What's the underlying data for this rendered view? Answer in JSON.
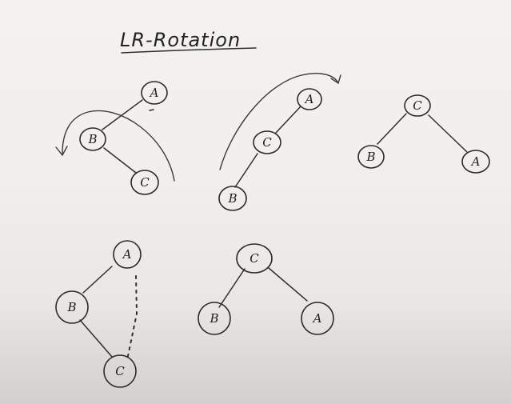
{
  "title": "LR-Rotation",
  "diagrams": [
    {
      "id": "step-1-original",
      "nodes": [
        {
          "id": "A",
          "label": "A"
        },
        {
          "id": "B",
          "label": "B"
        },
        {
          "id": "C",
          "label": "C"
        }
      ],
      "edges": [
        {
          "from": "A",
          "to": "B",
          "style": "solid"
        },
        {
          "from": "B",
          "to": "C",
          "style": "solid"
        }
      ],
      "rotation_arrow": "counter-clockwise"
    },
    {
      "id": "step-2-after-left-rotation",
      "nodes": [
        {
          "id": "A",
          "label": "A"
        },
        {
          "id": "C",
          "label": "C"
        },
        {
          "id": "B",
          "label": "B"
        }
      ],
      "edges": [
        {
          "from": "A",
          "to": "C",
          "style": "solid"
        },
        {
          "from": "C",
          "to": "B",
          "style": "solid"
        }
      ],
      "rotation_arrow": "clockwise"
    },
    {
      "id": "step-3-balanced",
      "nodes": [
        {
          "id": "C",
          "label": "C"
        },
        {
          "id": "B",
          "label": "B"
        },
        {
          "id": "A",
          "label": "A"
        }
      ],
      "edges": [
        {
          "from": "C",
          "to": "B",
          "style": "solid"
        },
        {
          "from": "C",
          "to": "A",
          "style": "solid"
        }
      ]
    },
    {
      "id": "alt-original",
      "nodes": [
        {
          "id": "A",
          "label": "A"
        },
        {
          "id": "B",
          "label": "B"
        },
        {
          "id": "C",
          "label": "C"
        }
      ],
      "edges": [
        {
          "from": "A",
          "to": "B",
          "style": "solid"
        },
        {
          "from": "B",
          "to": "C",
          "style": "solid"
        },
        {
          "from": "A",
          "to": "C",
          "style": "dashed"
        }
      ]
    },
    {
      "id": "alt-result",
      "nodes": [
        {
          "id": "C",
          "label": "C"
        },
        {
          "id": "B",
          "label": "B"
        },
        {
          "id": "A",
          "label": "A"
        }
      ],
      "edges": [
        {
          "from": "C",
          "to": "B",
          "style": "solid"
        },
        {
          "from": "C",
          "to": "A",
          "style": "solid"
        }
      ]
    }
  ],
  "colors": {
    "ink": "#2a2a2a",
    "board": "#f2f0ec"
  }
}
